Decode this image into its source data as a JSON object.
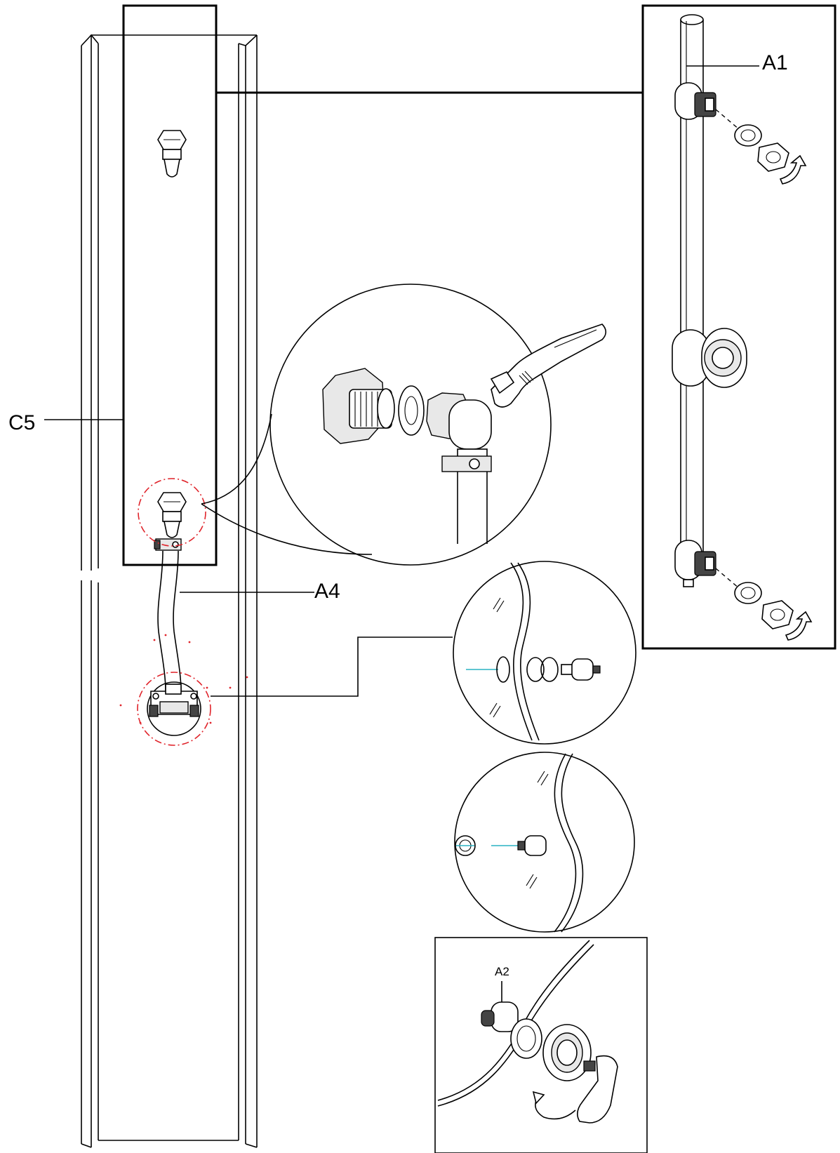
{
  "labels": {
    "a1": "A1",
    "c5": "C5",
    "a4": "A4",
    "a2": "A2"
  }
}
